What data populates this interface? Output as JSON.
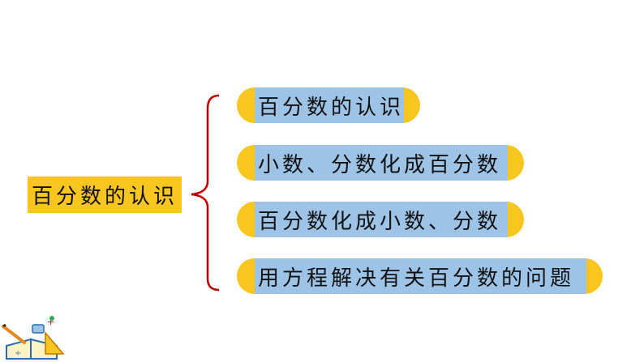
{
  "diagram": {
    "root_label": "百分数的认识",
    "branches": [
      {
        "label": "百分数的认识"
      },
      {
        "label": "小数、分数化成百分数"
      },
      {
        "label": "百分数化成小数、分数"
      },
      {
        "label": "用方程解决有关百分数的问题"
      }
    ]
  },
  "colors": {
    "node_fill": "#f9c51f",
    "label_fill": "#9dc3e6",
    "brace": "#c00000"
  },
  "decoration": {
    "icon": "school-supplies-icon"
  }
}
